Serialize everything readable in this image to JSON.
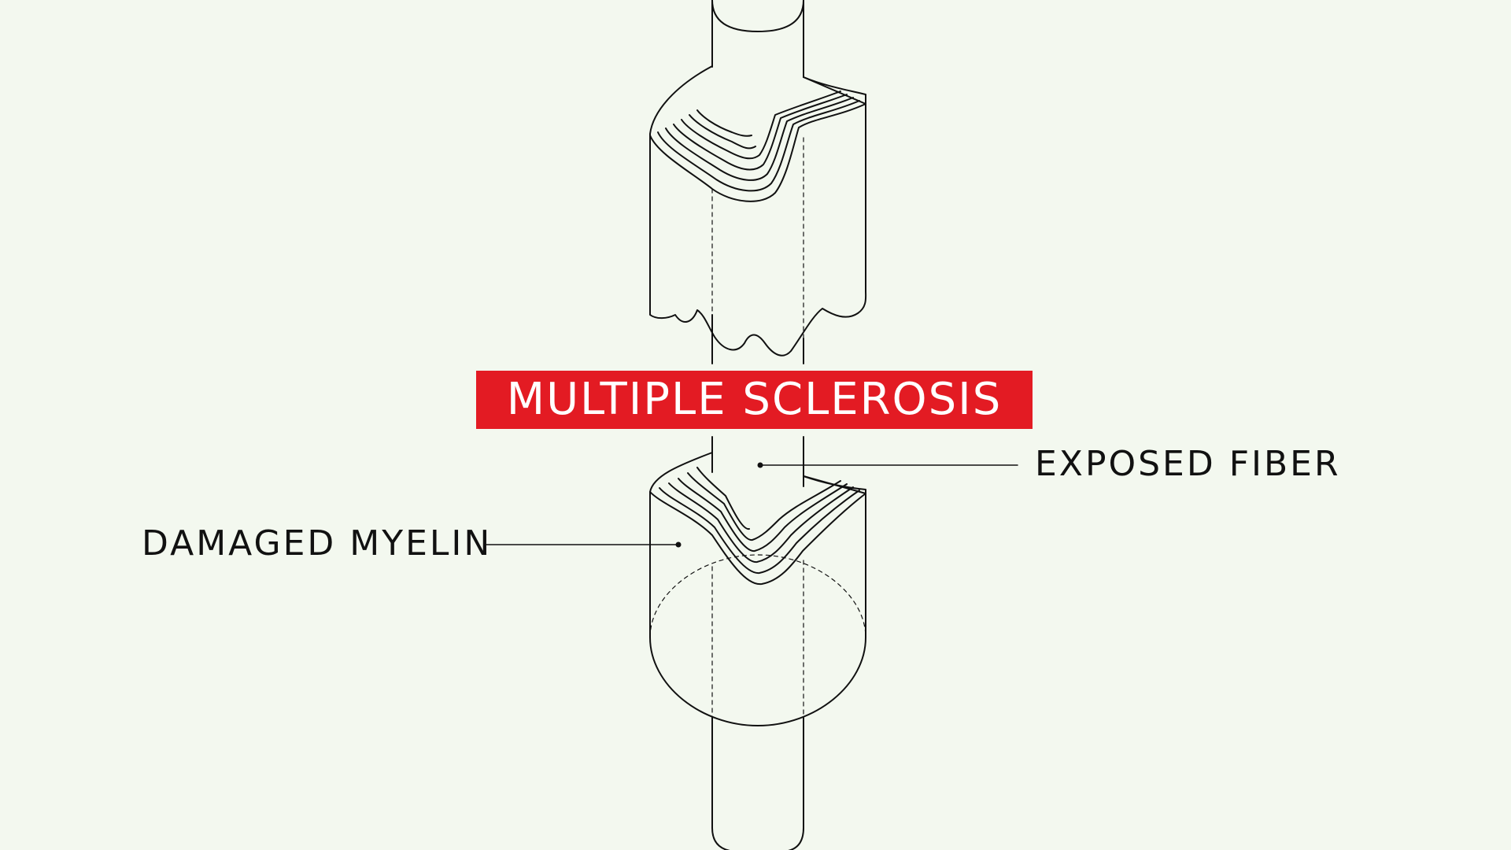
{
  "title": "MULTIPLE SCLEROSIS",
  "labels": {
    "exposed_fiber": "EXPOSED FIBER",
    "damaged_myelin": "DAMAGED MYELIN"
  },
  "colors": {
    "background": "#f3f8ef",
    "title_box": "#e31b23",
    "title_text": "#ffffff",
    "line": "#111111"
  }
}
